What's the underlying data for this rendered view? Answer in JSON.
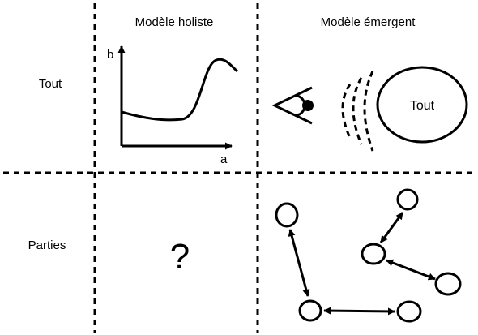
{
  "columns": {
    "holistic": "Modèle holiste",
    "emergent": "Modèle émergent"
  },
  "rows": {
    "whole": "Tout",
    "parts": "Parties"
  },
  "graph": {
    "x_axis_label": "a",
    "y_axis_label": "b"
  },
  "whole_ellipse_label": "Tout",
  "unknown_mark": "?"
}
